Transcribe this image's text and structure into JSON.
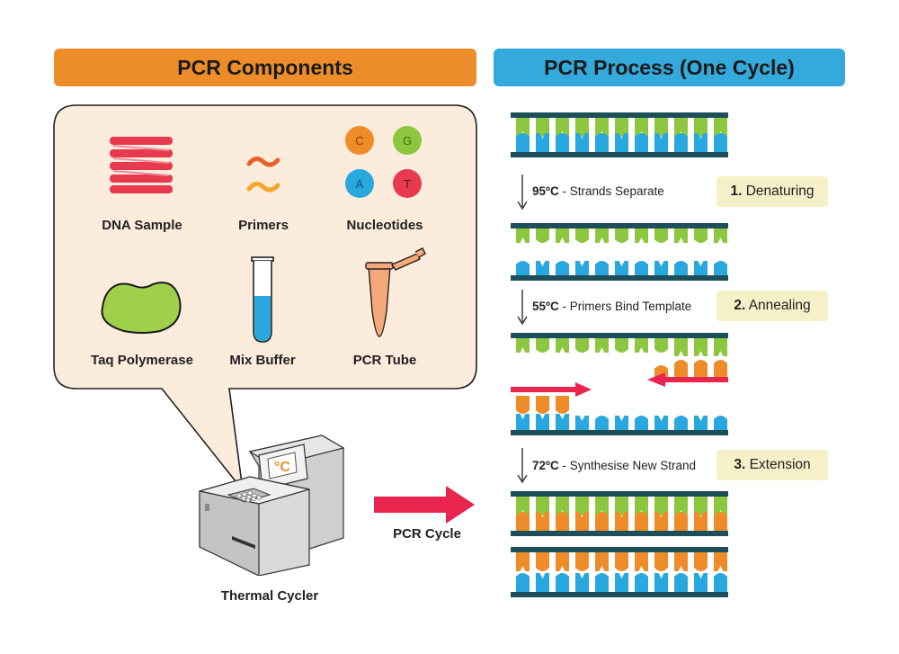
{
  "components": {
    "title": "PCR Components",
    "items": {
      "dna": "DNA Sample",
      "primers": "Primers",
      "nucleotides": "Nucleotides",
      "taq": "Taq Polymerase",
      "buffer": "Mix Buffer",
      "tube": "PCR Tube"
    },
    "nucleotide_letters": [
      "C",
      "G",
      "A",
      "T"
    ],
    "machine": "Thermal Cycler",
    "display_symbol": "°C"
  },
  "arrow_label": "PCR Cycle",
  "process": {
    "title": "PCR Process (One Cycle)",
    "steps": [
      {
        "temp": "95ºC",
        "desc": " - Strands Separate",
        "num": "1.",
        "name": " Denaturing"
      },
      {
        "temp": "55ºC",
        "desc": " - Primers Bind Template",
        "num": "2.",
        "name": " Annealing"
      },
      {
        "temp": "72ºC",
        "desc": " - Synthesise New Strand",
        "num": "3.",
        "name": " Extension"
      }
    ]
  },
  "colors": {
    "orange_banner": "#ec8d2a",
    "blue_banner": "#34a9dc",
    "dna_red": "#e83a4f",
    "strand_green": "#8dc63f",
    "strand_blue": "#29a8e0",
    "strand_orange": "#ef8c2a",
    "backbone": "#1d4f5a",
    "arrow_red": "#e8254f"
  }
}
